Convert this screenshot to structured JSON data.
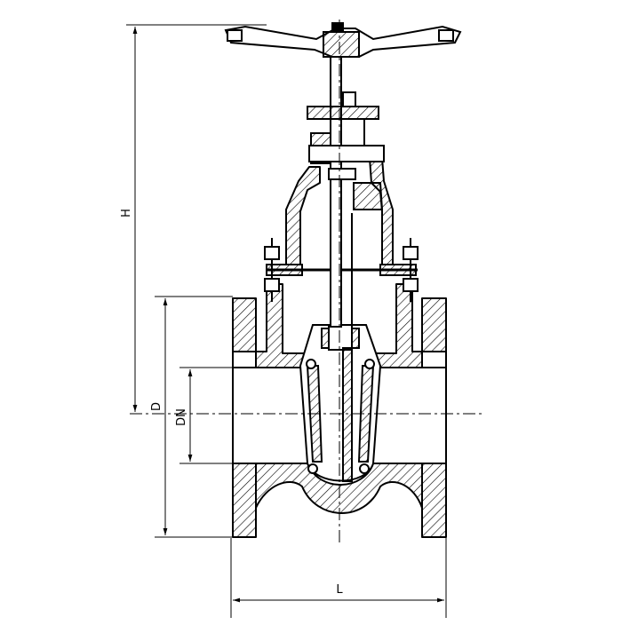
{
  "diagram": {
    "dimensions": {
      "height_label": "H",
      "flange_diameter_label": "D",
      "nominal_diameter_label": "DN",
      "face_to_face_label": "L"
    },
    "colors": {
      "line": "#000000",
      "background": "#ffffff"
    },
    "icons": {
      "handwheel": "handwheel-icon",
      "arrow": "dimension-arrow-icon"
    }
  }
}
